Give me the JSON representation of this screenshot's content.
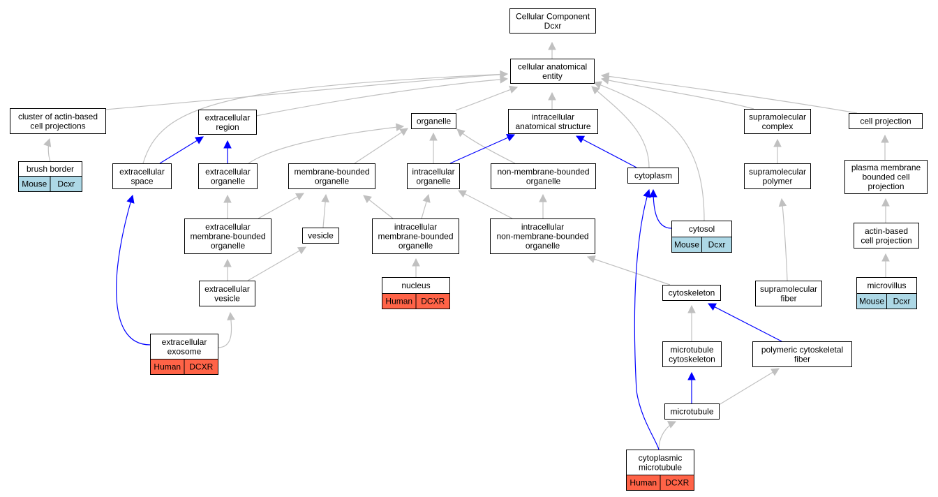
{
  "colors": {
    "gray_edge": "#c0c0c0",
    "blue_edge": "#0000ff",
    "mouse": "#add8e6",
    "human": "#ff6347"
  },
  "nodes": [
    {
      "id": "root",
      "lines": [
        "Cellular Component",
        "Dcxr"
      ]
    },
    {
      "id": "cae",
      "lines": [
        "cellular anatomical",
        "entity"
      ]
    },
    {
      "id": "cluster",
      "lines": [
        "cluster of actin-based",
        "cell projections"
      ]
    },
    {
      "id": "excreg",
      "lines": [
        "extracellular",
        "region"
      ]
    },
    {
      "id": "organelle",
      "lines": [
        "organelle"
      ]
    },
    {
      "id": "ias",
      "lines": [
        "intracellular",
        "anatomical structure"
      ]
    },
    {
      "id": "smcomplex",
      "lines": [
        "supramolecular",
        "complex"
      ]
    },
    {
      "id": "cellproj",
      "lines": [
        "cell projection"
      ]
    },
    {
      "id": "brush",
      "lines": [
        "brush border"
      ],
      "tags": [
        {
          "label": "Mouse",
          "species": "mouse"
        },
        {
          "label": "Dcxr",
          "species": "mouse"
        }
      ]
    },
    {
      "id": "exspace",
      "lines": [
        "extracellular",
        "space"
      ]
    },
    {
      "id": "exorg",
      "lines": [
        "extracellular",
        "organelle"
      ]
    },
    {
      "id": "mbo",
      "lines": [
        "membrane-bounded",
        "organelle"
      ]
    },
    {
      "id": "intorg",
      "lines": [
        "intracellular",
        "organelle"
      ]
    },
    {
      "id": "nmbo",
      "lines": [
        "non-membrane-bounded",
        "organelle"
      ]
    },
    {
      "id": "cytoplasm",
      "lines": [
        "cytoplasm"
      ]
    },
    {
      "id": "smpolymer",
      "lines": [
        "supramolecular",
        "polymer"
      ]
    },
    {
      "id": "pmbcp",
      "lines": [
        "plasma membrane",
        "bounded cell",
        "projection"
      ]
    },
    {
      "id": "exmbo",
      "lines": [
        "extracellular",
        "membrane-bounded",
        "organelle"
      ]
    },
    {
      "id": "vesicle",
      "lines": [
        "vesicle"
      ]
    },
    {
      "id": "intmbo",
      "lines": [
        "intracellular",
        "membrane-bounded",
        "organelle"
      ]
    },
    {
      "id": "intnmbo",
      "lines": [
        "intracellular",
        "non-membrane-bounded",
        "organelle"
      ]
    },
    {
      "id": "cytosol",
      "lines": [
        "cytosol"
      ],
      "tags": [
        {
          "label": "Mouse",
          "species": "mouse"
        },
        {
          "label": "Dcxr",
          "species": "mouse"
        }
      ]
    },
    {
      "id": "actinproj",
      "lines": [
        "actin-based",
        "cell projection"
      ]
    },
    {
      "id": "exves",
      "lines": [
        "extracellular",
        "vesicle"
      ]
    },
    {
      "id": "nucleus",
      "lines": [
        "nucleus"
      ],
      "tags": [
        {
          "label": "Human",
          "species": "human"
        },
        {
          "label": "DCXR",
          "species": "human"
        }
      ]
    },
    {
      "id": "cytoskeleton",
      "lines": [
        "cytoskeleton"
      ]
    },
    {
      "id": "smfiber",
      "lines": [
        "supramolecular",
        "fiber"
      ]
    },
    {
      "id": "microvillus",
      "lines": [
        "microvillus"
      ],
      "tags": [
        {
          "label": "Mouse",
          "species": "mouse"
        },
        {
          "label": "Dcxr",
          "species": "mouse"
        }
      ]
    },
    {
      "id": "exosome",
      "lines": [
        "extracellular",
        "exosome"
      ],
      "tags": [
        {
          "label": "Human",
          "species": "human"
        },
        {
          "label": "DCXR",
          "species": "human"
        }
      ]
    },
    {
      "id": "mtcyto",
      "lines": [
        "microtubule",
        "cytoskeleton"
      ]
    },
    {
      "id": "pcf",
      "lines": [
        "polymeric cytoskeletal",
        "fiber"
      ]
    },
    {
      "id": "microtubule",
      "lines": [
        "microtubule"
      ]
    },
    {
      "id": "cytomt",
      "lines": [
        "cytoplasmic",
        "microtubule"
      ],
      "tags": [
        {
          "label": "Human",
          "species": "human"
        },
        {
          "label": "DCXR",
          "species": "human"
        }
      ]
    }
  ],
  "edges": [
    {
      "from": "cae",
      "to": "root",
      "type": "gray"
    },
    {
      "from": "cluster",
      "to": "cae",
      "type": "gray"
    },
    {
      "from": "exspace",
      "to": "cae",
      "type": "gray"
    },
    {
      "from": "excreg",
      "to": "cae",
      "type": "gray"
    },
    {
      "from": "organelle",
      "to": "cae",
      "type": "gray"
    },
    {
      "from": "ias",
      "to": "cae",
      "type": "gray"
    },
    {
      "from": "cytoplasm",
      "to": "cae",
      "type": "gray"
    },
    {
      "from": "cytosol",
      "to": "cae",
      "type": "gray"
    },
    {
      "from": "smcomplex",
      "to": "cae",
      "type": "gray"
    },
    {
      "from": "cellproj",
      "to": "cae",
      "type": "gray"
    },
    {
      "from": "brush",
      "to": "cluster",
      "type": "gray"
    },
    {
      "from": "exspace",
      "to": "excreg",
      "type": "blue"
    },
    {
      "from": "exorg",
      "to": "excreg",
      "type": "blue"
    },
    {
      "from": "exorg",
      "to": "organelle",
      "type": "gray"
    },
    {
      "from": "mbo",
      "to": "organelle",
      "type": "gray"
    },
    {
      "from": "intorg",
      "to": "organelle",
      "type": "gray"
    },
    {
      "from": "nmbo",
      "to": "organelle",
      "type": "gray"
    },
    {
      "from": "intorg",
      "to": "ias",
      "type": "blue"
    },
    {
      "from": "cytoplasm",
      "to": "ias",
      "type": "blue"
    },
    {
      "from": "smpolymer",
      "to": "smcomplex",
      "type": "gray"
    },
    {
      "from": "pmbcp",
      "to": "cellproj",
      "type": "gray"
    },
    {
      "from": "exmbo",
      "to": "exorg",
      "type": "gray"
    },
    {
      "from": "exmbo",
      "to": "mbo",
      "type": "gray"
    },
    {
      "from": "vesicle",
      "to": "mbo",
      "type": "gray"
    },
    {
      "from": "intmbo",
      "to": "mbo",
      "type": "gray"
    },
    {
      "from": "intmbo",
      "to": "intorg",
      "type": "gray"
    },
    {
      "from": "intnmbo",
      "to": "intorg",
      "type": "gray"
    },
    {
      "from": "intnmbo",
      "to": "nmbo",
      "type": "gray"
    },
    {
      "from": "cytosol",
      "to": "cytoplasm",
      "type": "blue"
    },
    {
      "from": "actinproj",
      "to": "pmbcp",
      "type": "gray"
    },
    {
      "from": "exves",
      "to": "exmbo",
      "type": "gray"
    },
    {
      "from": "exves",
      "to": "vesicle",
      "type": "gray"
    },
    {
      "from": "nucleus",
      "to": "intmbo",
      "type": "gray"
    },
    {
      "from": "cytoskeleton",
      "to": "intnmbo",
      "type": "gray"
    },
    {
      "from": "smfiber",
      "to": "smpolymer",
      "type": "gray"
    },
    {
      "from": "microvillus",
      "to": "actinproj",
      "type": "gray"
    },
    {
      "from": "exosome",
      "to": "exspace",
      "type": "blue"
    },
    {
      "from": "exosome",
      "to": "exves",
      "type": "gray"
    },
    {
      "from": "mtcyto",
      "to": "cytoskeleton",
      "type": "gray"
    },
    {
      "from": "pcf",
      "to": "cytoskeleton",
      "type": "blue"
    },
    {
      "from": "pcf",
      "to": "smfiber",
      "type": "gray"
    },
    {
      "from": "microtubule",
      "to": "mtcyto",
      "type": "blue"
    },
    {
      "from": "microtubule",
      "to": "pcf",
      "type": "gray"
    },
    {
      "from": "cytomt",
      "to": "microtubule",
      "type": "gray"
    },
    {
      "from": "cytomt",
      "to": "cytoplasm",
      "type": "blue"
    }
  ]
}
